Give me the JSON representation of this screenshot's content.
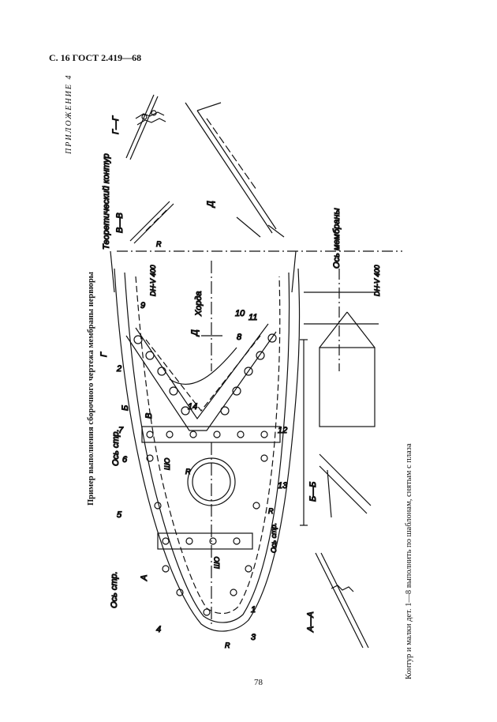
{
  "header": {
    "text": "С. 16 ГОСТ 2.419—68"
  },
  "appendix": {
    "text": "ПРИЛОЖЕНИЕ 4"
  },
  "title": {
    "text": "Пример выполнения сборочного чертежа мембраны нервюры"
  },
  "note": {
    "text": "Контур и малки дет. 1—8 выполнить по шаблонам, снятым с плаза"
  },
  "page_number": {
    "text": "78"
  },
  "drawing_labels": {
    "theoretical_contour": "Теоретический контур",
    "membrane_axis": "Ось мембраны",
    "stringer_axis_1": "Ось стр.",
    "stringer_axis_2": "Ось стр.",
    "stringer_axis_3": "Ось стр.",
    "chord": "Хорда",
    "dn_1": "DH-V 400",
    "dn_2": "DH-V 400",
    "section_aa": "А—А",
    "section_bb": "Б—Б",
    "section_vv": "В—В",
    "section_gg": "Г—Г",
    "view_d": "Д",
    "view_d_arrow": "Д",
    "mark_a": "А",
    "mark_b": "Б",
    "mark_v": "В",
    "mark_g": "Г",
    "sho_1": "ШО",
    "sho_2": "ШО",
    "r_1": "R",
    "r_2": "R",
    "r_3": "R",
    "r_4": "R",
    "pos_1": "1",
    "pos_2": "2",
    "pos_3": "3",
    "pos_4": "4",
    "pos_5": "5",
    "pos_6": "6",
    "pos_7": "7",
    "pos_8": "8",
    "pos_9": "9",
    "pos_10": "10",
    "pos_11": "11",
    "pos_12": "12",
    "pos_13": "13",
    "pos_14": "14"
  }
}
